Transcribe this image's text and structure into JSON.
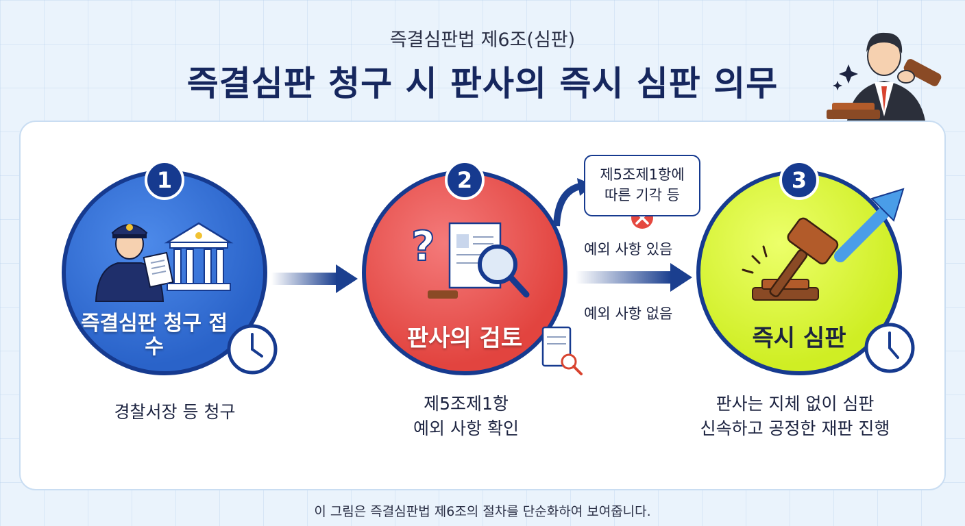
{
  "header": {
    "subtitle": "즉결심판법 제6조(심판)",
    "title": "즉결심판 청구 시 판사의 즉시 심판 의무"
  },
  "steps": [
    {
      "number": "1",
      "label": "즉결심판 청구 접수",
      "description": "경찰서장 등 청구",
      "color": "#2f6bd3"
    },
    {
      "number": "2",
      "label": "판사의 검토",
      "description_line1": "제5조제1항",
      "description_line2": "예외 사항 확인",
      "color": "#e5483f"
    },
    {
      "number": "3",
      "label": "즉시 심판",
      "description_line1": "판사는 지체 없이 심판",
      "description_line2": "신속하고 공정한 재판 진행",
      "color": "#d7f02e"
    }
  ],
  "branch": {
    "note_line1": "제5조제1항에",
    "note_line2": "따른 기각 등",
    "exception_yes": "예외 사항 있음",
    "exception_no": "예외 사항 없음"
  },
  "footnote": "이 그림은 즉결심판법 제6조의 절차를 단순화하여 보여줍니다.",
  "icons": [
    "police-officer-icon",
    "court-building-icon",
    "clock-icon",
    "question-mark-icon",
    "document-icon",
    "magnifier-icon",
    "gavel-icon",
    "rising-arrow-icon",
    "judge-icon",
    "x-mark-icon"
  ]
}
